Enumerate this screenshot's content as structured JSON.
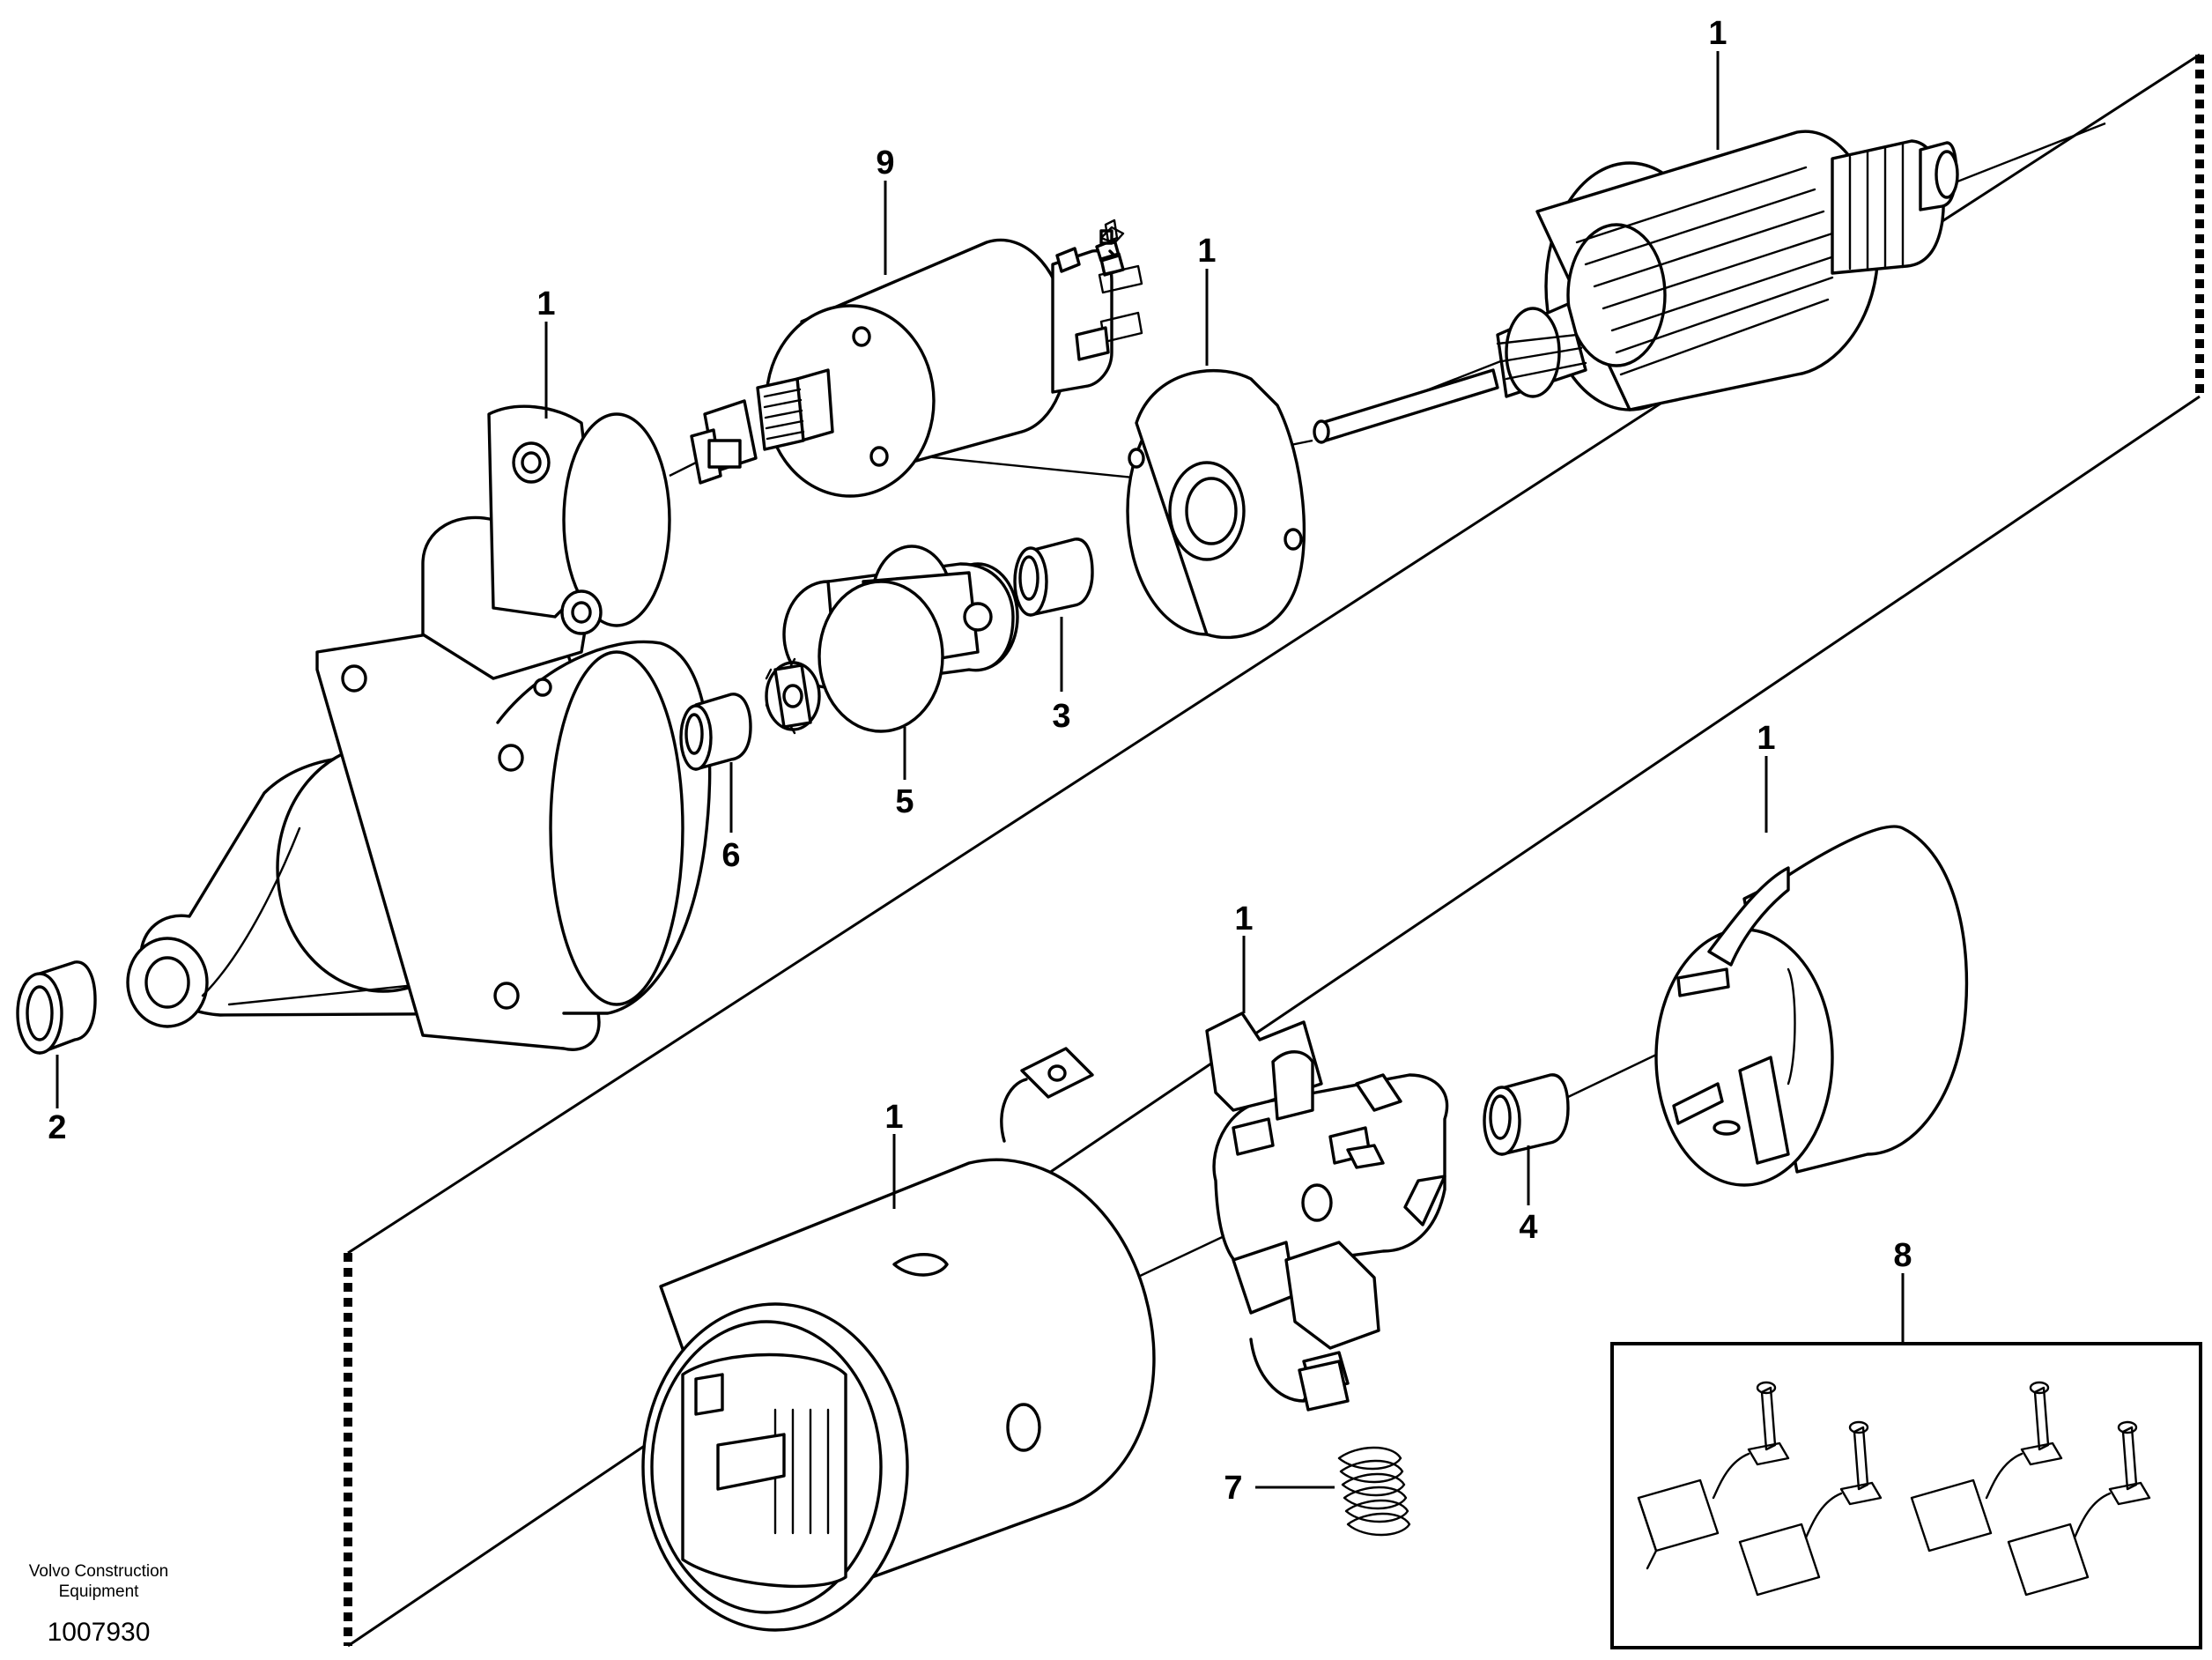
{
  "diagram": {
    "callouts": [
      "1",
      "9",
      "1",
      "1",
      "2",
      "6",
      "5",
      "3",
      "1",
      "1",
      "1",
      "4",
      "7",
      "8"
    ],
    "publisher_line1": "Volvo Construction",
    "publisher_line2": "Equipment",
    "drawing_number": "1007930"
  }
}
